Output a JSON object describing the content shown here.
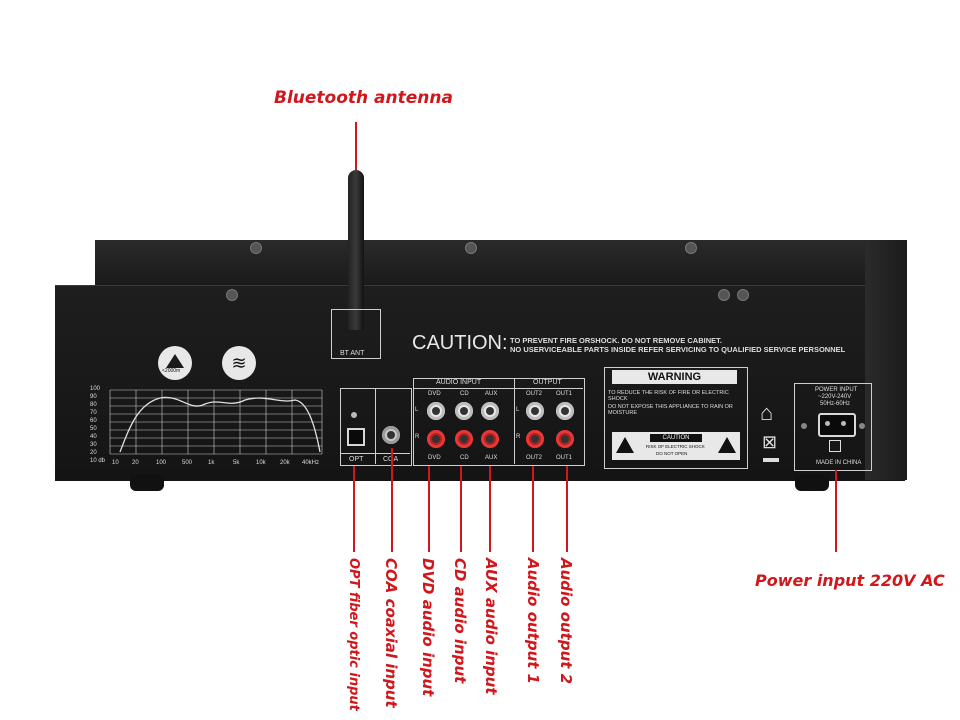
{
  "callouts": {
    "bluetooth": "Bluetooth antenna",
    "power": "Power input 220V AC",
    "opt": "OPT fiber optic input",
    "coa": "COA coaxial input",
    "dvd": "DVD audio input",
    "cd": "CD audio input",
    "aux": "AUX audio input",
    "out1": "Audio output 1",
    "out2": "Audio output 2"
  },
  "panel": {
    "bt_ant": "BT ANT",
    "caution_title": "CAUTION:",
    "caution_line1": "TO PREVENT FIRE ORSHOCK. DO NOT REMOVE CABINET.",
    "caution_line2": "NO USERVICEABLE PARTS INSIDE REFER SERVICING TO QUALIFIED SERVICE PERSONNEL",
    "altitude": "<2000m",
    "audio_input": "AUDIO INPUT",
    "output": "OUTPUT",
    "dvd": "DVD",
    "cd": "CD",
    "aux": "AUX",
    "out2": "OUT2",
    "out1": "OUT1",
    "opt": "OPT",
    "coa": "COA",
    "l": "L",
    "r": "R",
    "warning_title": "WARNING",
    "warning_line1": "TO REDUCE THE RISK OF FIRE OR ELECTRIC SHOCK",
    "warning_line2": "DO NOT EXPOSE THIS APPLIANCE TO RAIN OR MOISTURE",
    "caution_small": "CAUTION",
    "caution_small_line1": "RISK OF ELECTRIC SHOCK",
    "caution_small_line2": "DO NOT OPEN",
    "power_input": "POWER INPUT",
    "power_voltage": "~220V-240V",
    "power_freq": "50Hz-60Hz",
    "made_in": "MADE IN CHINA",
    "graph_y": [
      "100",
      "90",
      "80",
      "70",
      "60",
      "50",
      "40",
      "30",
      "20",
      "10 db"
    ],
    "graph_x": [
      "10",
      "20",
      "100",
      "500",
      "1k",
      "5k",
      "10k",
      "20k",
      "40kHz"
    ]
  }
}
